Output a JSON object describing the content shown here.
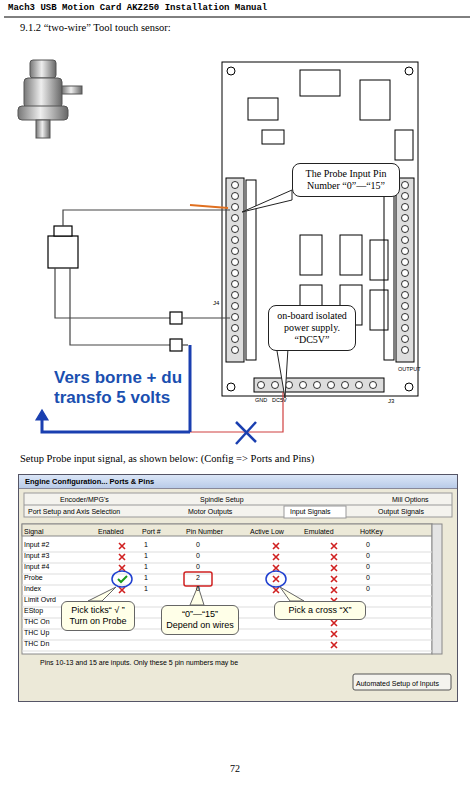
{
  "diagram": {
    "nodes": [
      {
        "text": [
          "The Probe Input Pin Number “0”—“15”"
        ]
      },
      {
        "text": [
          "on-board isolated power supply. “DC5V”"
        ]
      },
      {
        "text": [
          "Engine Configuration... Ports & Pins"
        ]
      },
      {
        "text": [
          "Pick ticks“ √ ” Turn on Probe"
        ],
        "in": 2
      },
      {
        "text": [
          "“0”—“15” Depend on wires"
        ],
        "in": 2
      },
      {
        "text": [
          "Pick a cross “X”"
        ],
        "in": 2
      }
    ],
    "labels": [
      "Mach3 USB Motion Card AKZ250 Installation Manual",
      "9.1.2 “two-wire” Tool touch sensor:",
      "J4",
      "J3",
      "OUTPUT",
      "GND",
      "DC5V",
      "Vers borne + du transfo 5 volts",
      "Setup Probe input signal, as shown below: (Config => Ports and Pins)",
      "Encoder/MPG's",
      "Spindle Setup",
      "Mill Options",
      "Port Setup and Axis Selection",
      "Motor Outputs",
      "Input Signals",
      "Output Signals",
      "Signal",
      "Enabled",
      "Port #",
      "Pin Number",
      "Active Low",
      "Emulated",
      "HotKey",
      "Input #2",
      "1",
      "0",
      "0",
      "Input #3",
      "1",
      "0",
      "0",
      "Input #4",
      "1",
      "0",
      "0",
      "Probe",
      "1",
      "2",
      "0",
      "Index",
      "1",
      "0",
      "0",
      "Limit Ovrd",
      "EStop",
      "THC On",
      "THC Up",
      "THC Dn",
      "Pins 10-13 and 15 are inputs. Only these 5 pin numbers may be",
      "Automated Setup of Inputs",
      "72"
    ]
  }
}
